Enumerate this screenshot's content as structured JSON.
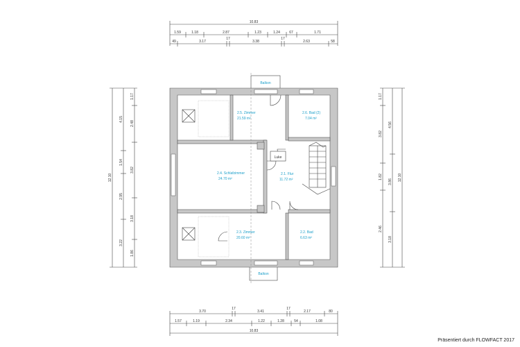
{
  "diagram": {
    "rooms": {
      "r25": {
        "name": "2.5. Zimmer",
        "area": "21.59 m²"
      },
      "r26": {
        "name": "2.6. Bad (2)",
        "area": "7.04 m²"
      },
      "r24": {
        "name": "2.4. Schlafzimmer",
        "area": "24.70 m²"
      },
      "r21": {
        "name": "2.1. Flur",
        "area": "11.72 m²"
      },
      "r23": {
        "name": "2.3. Zimmer",
        "area": "20.60 m²"
      },
      "r22": {
        "name": "2.2. Bad",
        "area": "6.63 m²"
      }
    },
    "tags": {
      "balkon_top": "Balkon",
      "balkon_bottom": "Balkon",
      "luke": "Luke"
    },
    "top_dims": {
      "total": "10.83",
      "row2": [
        "1.59",
        "1.18",
        "2.87",
        "1.23",
        "1.24",
        "67",
        "1.71"
      ],
      "row3": [
        "49",
        "3.17",
        "17",
        "3.38",
        "17",
        "2.63",
        "58"
      ]
    },
    "bottom_dims": {
      "total": "10.83",
      "row1": [
        "3.70",
        "17",
        "3.41",
        "17",
        "2.17",
        "80"
      ],
      "row2": [
        "1.57",
        "1.19",
        "2.34",
        "1.22",
        "1.28",
        "54",
        "1.08"
      ]
    },
    "left_dims": {
      "total": "12.10",
      "outer": [
        "4.15",
        "1.54",
        "2.95",
        "3.22"
      ],
      "inner": [
        "1.17",
        "2.48",
        "3.82",
        "3.18",
        "1.86"
      ]
    },
    "right_dims": {
      "total": "12.10",
      "outer": [
        "4.56",
        "3.86",
        "3.18"
      ],
      "inner": [
        "1.17",
        "3.82",
        "1.82",
        "2.46"
      ]
    }
  },
  "footer": {
    "credit": "Präsentiert durch FLOWFACT 2017"
  }
}
